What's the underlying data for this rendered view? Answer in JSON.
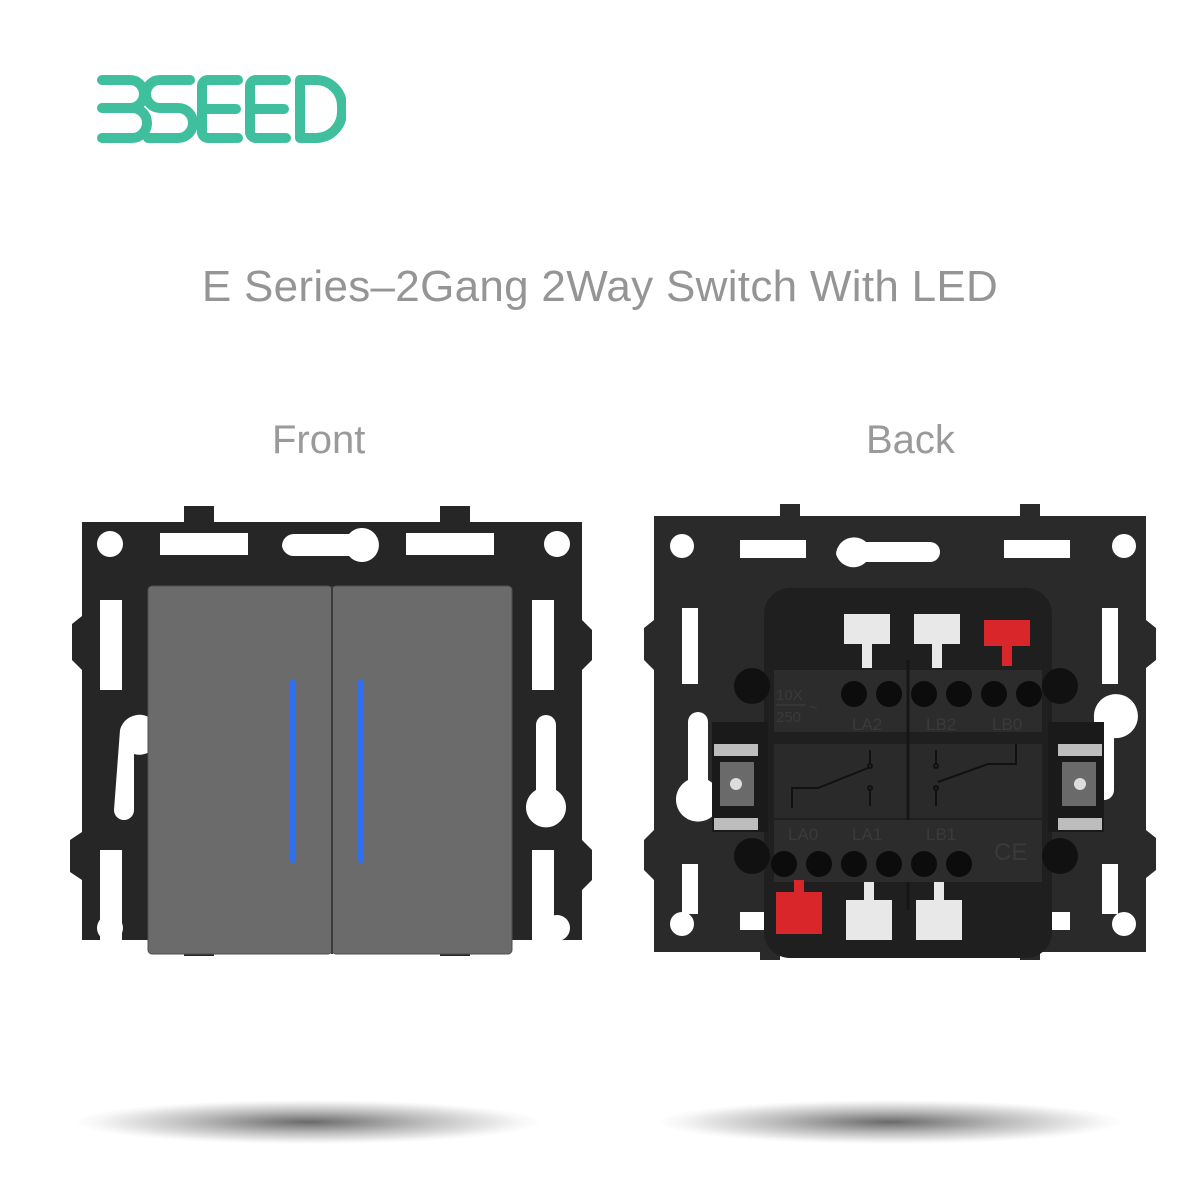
{
  "brand": {
    "name": "BSEED",
    "color": "#3fbf9d"
  },
  "product": {
    "title": "E Series–2Gang 2Way Switch With LED"
  },
  "views": {
    "front": {
      "label": "Front",
      "rocker_color": "#6b6b6b",
      "led_color": "#2f6ff2",
      "frame_color": "#262626"
    },
    "back": {
      "label": "Back",
      "rating_top": "10X",
      "rating_bottom": "250",
      "rating_suffix": "~",
      "terminals_top": [
        "LA2",
        "LB2",
        "LB0"
      ],
      "terminals_bottom": [
        "LA0",
        "LA1",
        "LB1"
      ],
      "certification": "CE",
      "lever_colors": {
        "white": "#e8e8e8",
        "red": "#d8262a"
      }
    }
  }
}
